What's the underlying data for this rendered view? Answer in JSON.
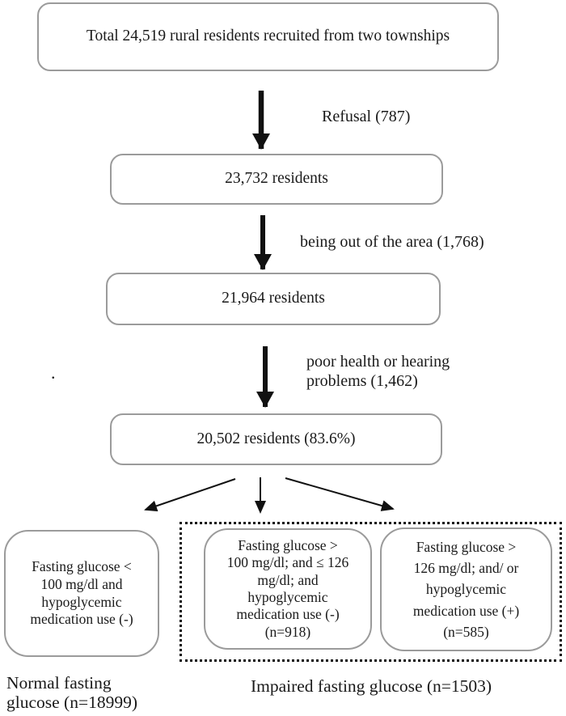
{
  "figure": {
    "boxes": {
      "recruited": "Total 24,519 rural residents recruited from two townships",
      "after_refusal": "23,732 residents",
      "after_out_of_area": "21,964 residents",
      "participants": "20,502 residents (83.6%)",
      "normal_fasting": "Fasting glucose < 100 mg/dl and hypoglycemic medication use (-)",
      "ifg_no_med": "Fasting glucose > 100 mg/dl; and ≤ 126 mg/dl; and hypoglycemic medication use (-) (n=918)",
      "high_or_med": "Fasting glucose > 126 mg/dl; and/ or hypoglycemic medication use (+) (n=585)"
    },
    "arrow_labels": {
      "refusal": "Refusal (787)",
      "out_of_area": "being out of the area (1,768)",
      "poor_health": "poor health or hearing problems (1,462)"
    },
    "group_labels": {
      "normal": "Normal fasting glucose (n=18999)",
      "impaired": "Impaired fasting glucose (n=1503)"
    },
    "stray_mark": ".",
    "colors": {
      "box_border": "#9b9b9b",
      "arrow": "#111111",
      "text": "#1a1a1a",
      "dotted_border": "#111111"
    }
  }
}
